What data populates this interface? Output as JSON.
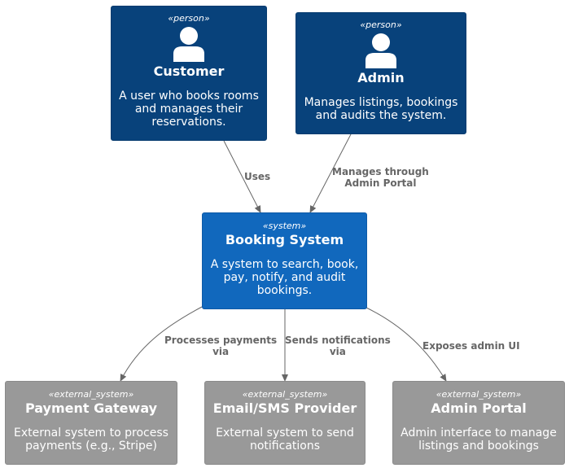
{
  "customer": {
    "stereotype": "«person»",
    "title": "Customer",
    "desc_line1": "A user who books rooms",
    "desc_line2": "and manages their",
    "desc_line3": "reservations."
  },
  "admin": {
    "stereotype": "«person»",
    "title": "Admin",
    "desc_line1": "Manages listings, bookings",
    "desc_line2": "and audits the system."
  },
  "booking": {
    "stereotype": "«system»",
    "title": "Booking System",
    "desc_line1": "A system to search, book,",
    "desc_line2": "pay, notify, and audit",
    "desc_line3": "bookings."
  },
  "payment": {
    "stereotype": "«external_system»",
    "title": "Payment Gateway",
    "desc_line1": "External system to process",
    "desc_line2": "payments (e.g., Stripe)"
  },
  "email": {
    "stereotype": "«external_system»",
    "title": "Email/SMS Provider",
    "desc_line1": "External system to send",
    "desc_line2": "notifications"
  },
  "portal": {
    "stereotype": "«external_system»",
    "title": "Admin Portal",
    "desc_line1": "Admin interface to manage",
    "desc_line2": "listings and bookings"
  },
  "relations": {
    "uses": "Uses",
    "manages_line1": "Manages through",
    "manages_line2": "Admin Portal",
    "payments_line1": "Processes payments",
    "payments_line2": "via",
    "notifications_line1": "Sends notifications",
    "notifications_line2": "via",
    "exposes": "Exposes admin UI"
  },
  "colors": {
    "person": "#08427b",
    "system": "#1168bd",
    "external_system": "#999999",
    "edge": "#666666"
  }
}
